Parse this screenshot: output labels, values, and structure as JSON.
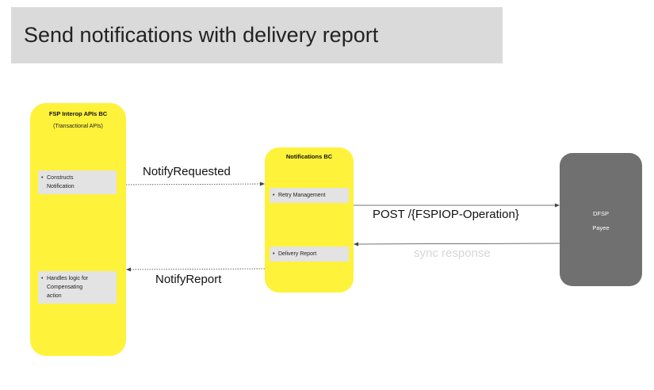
{
  "title": "Send notifications with delivery report",
  "nodes": {
    "fsp": {
      "title": "FSP Interop APIs BC",
      "subtitle": "(Transactional APIs)",
      "items": [
        {
          "line1": "Constructs",
          "line2": "Notification",
          "line3": ""
        },
        {
          "line1": "Handles logic for",
          "line2": "Compensating",
          "line3": "action"
        }
      ]
    },
    "notifications": {
      "title": "Notifications BC",
      "items": [
        "Retry Management",
        "Delivery Report"
      ]
    },
    "dfsp": {
      "name": "DFSP",
      "role": "Payee"
    }
  },
  "edges": {
    "notify_requested": "NotifyRequested",
    "notify_report": "NotifyReport",
    "post_operation": "POST /{FSPIOP-Operation}",
    "sync_response": "sync response"
  },
  "colors": {
    "bc_fill": "#fff23a",
    "external_fill": "#707070",
    "title_bg": "#dadada",
    "item_bg": "#e3e3e3"
  }
}
